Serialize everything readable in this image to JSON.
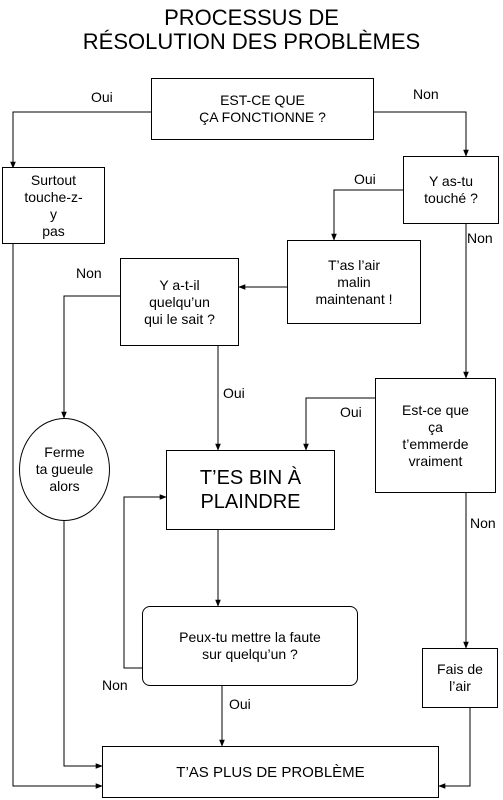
{
  "title": {
    "line1": "PROCESSUS DE",
    "line2": "RÉSOLUTION DES PROBLÈMES"
  },
  "nodes": {
    "fonctionne": [
      "EST-CE QUE",
      "ÇA FONCTIONNE ?"
    ],
    "surtout": [
      "Surtout",
      "touche-z-",
      "y",
      "pas"
    ],
    "touche": [
      "Y as-tu",
      "touché ?"
    ],
    "malin": [
      "T’as l’air",
      "malin",
      "maintenant !"
    ],
    "quelquun": [
      "Y a-t-il",
      "quelqu’un",
      "qui le sait ?"
    ],
    "emmerde": [
      "Est-ce que",
      "ça",
      "t’emmerde",
      "vraiment"
    ],
    "ferme": [
      "Ferme",
      "ta gueule",
      "alors"
    ],
    "plaindre": [
      "T’ES BIN À",
      "PLAINDRE"
    ],
    "faute": [
      "Peux-tu mettre la faute",
      "sur quelqu’un ?"
    ],
    "fais": [
      "Fais de",
      "l’air"
    ],
    "plus": [
      "T’AS PLUS DE PROBLÈME"
    ]
  },
  "edge_labels": {
    "oui_fonctionne": "Oui",
    "non_fonctionne": "Non",
    "oui_touche": "Oui",
    "non_touche": "Non",
    "non_quelquun": "Non",
    "oui_quelquun": "Oui",
    "oui_emmerde": "Oui",
    "non_emmerde": "Non",
    "non_faute": "Non",
    "oui_faute": "Oui"
  }
}
